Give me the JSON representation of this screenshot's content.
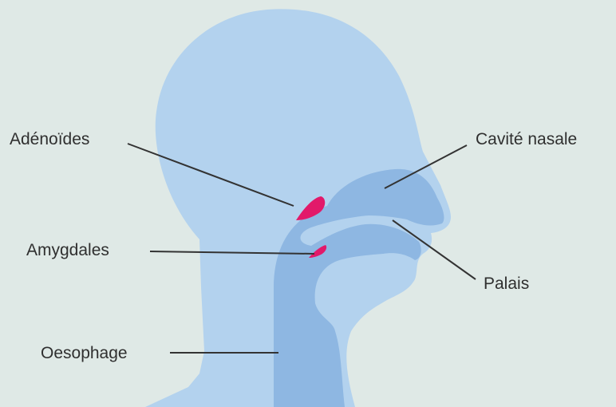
{
  "colors": {
    "background": "#dfe9e6",
    "head": "#b3d2ee",
    "cavity": "#8eb7e2",
    "highlight": "#e2196a",
    "line": "#333333"
  },
  "labels": {
    "adenoids": "Adénoïdes",
    "nasal_cavity": "Cavité nasale",
    "tonsils": "Amygdales",
    "palate": "Palais",
    "oesophagus": "Oesophage"
  }
}
